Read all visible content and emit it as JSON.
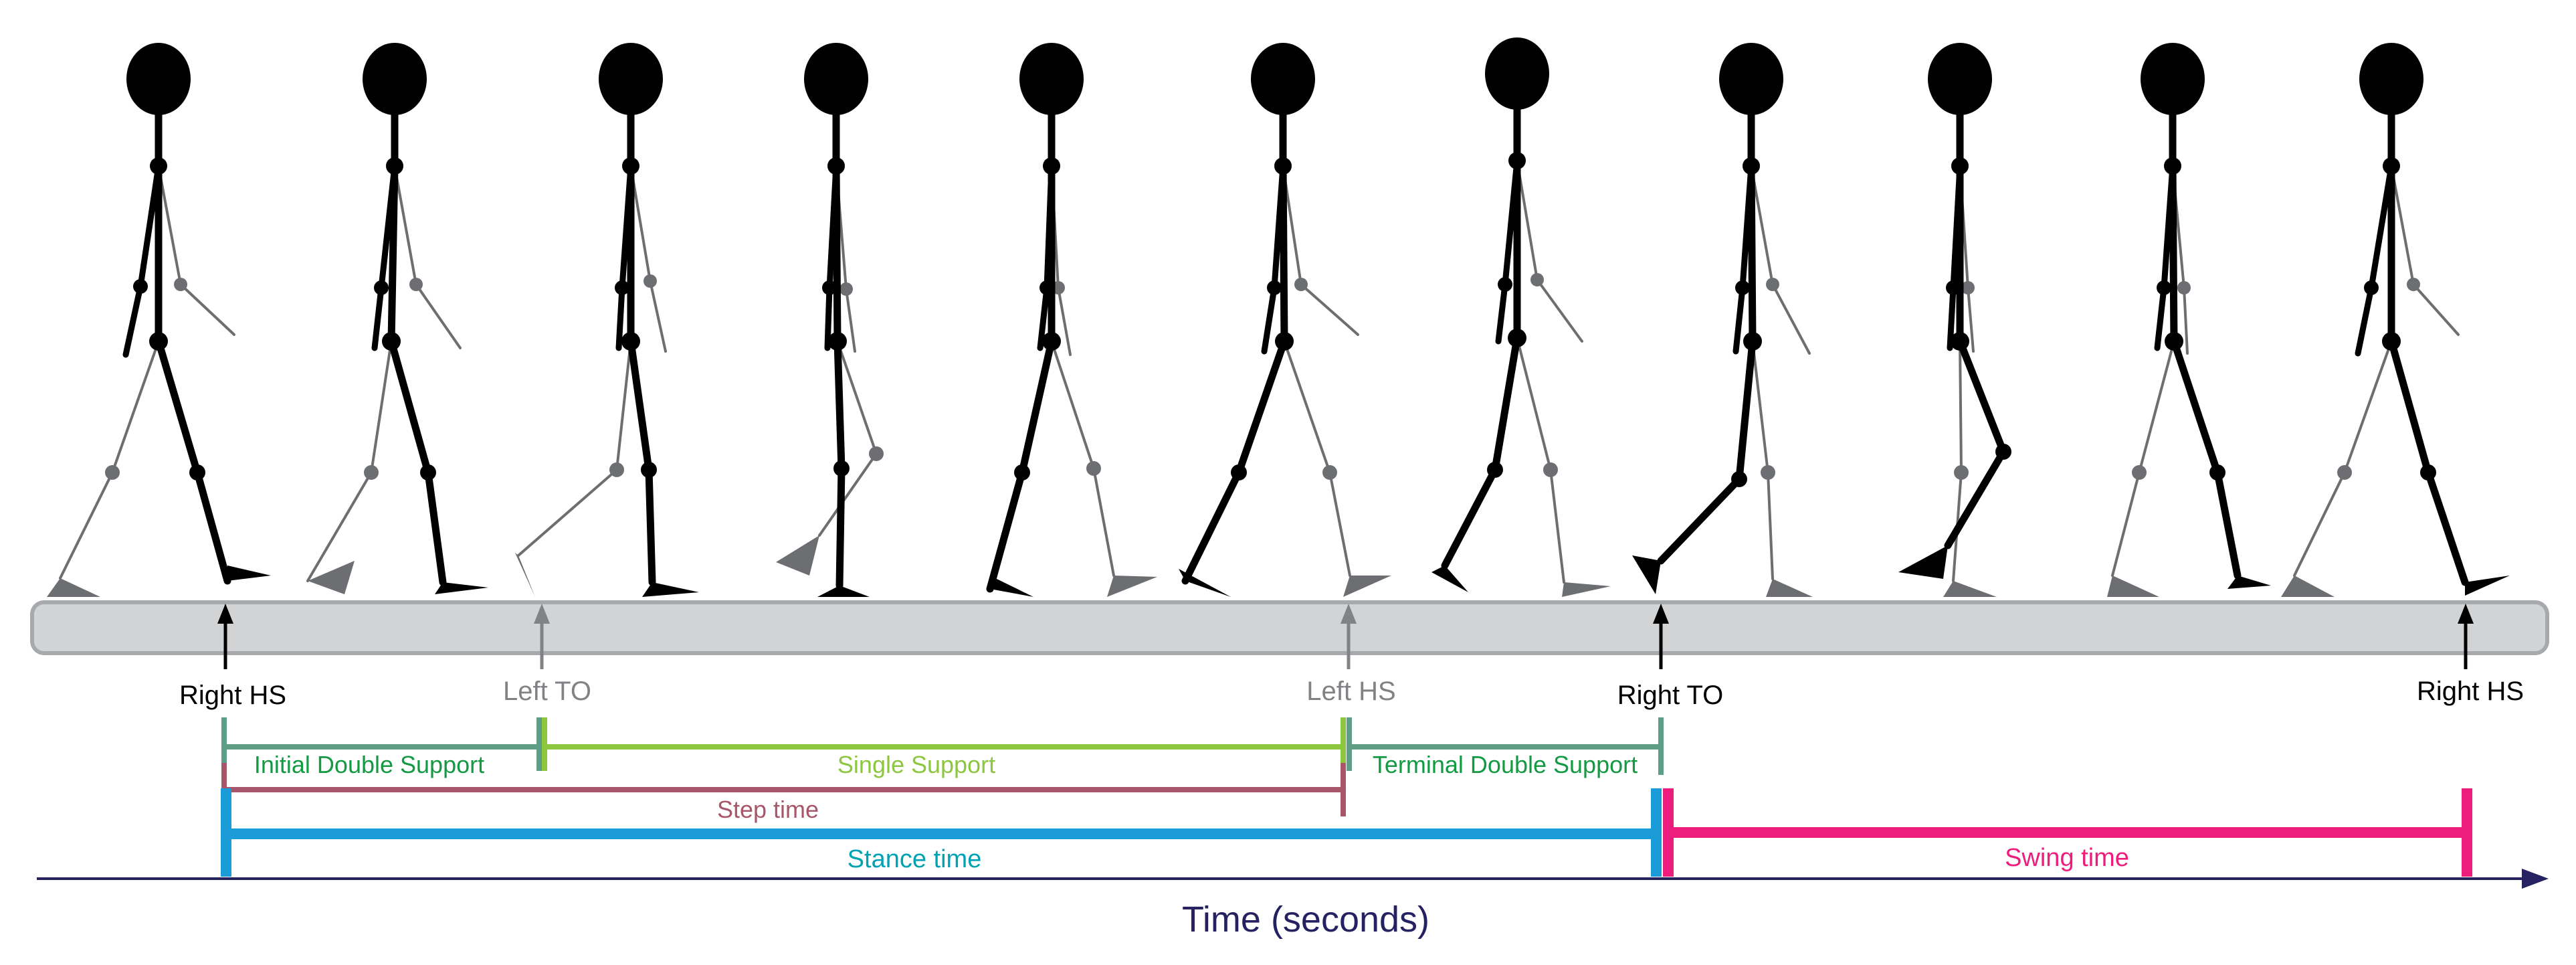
{
  "events": [
    {
      "label": "Right HS",
      "side": "right"
    },
    {
      "label": "Left TO",
      "side": "left"
    },
    {
      "label": "Left HS",
      "side": "left"
    },
    {
      "label": "Right TO",
      "side": "right"
    },
    {
      "label": "Right HS",
      "side": "right"
    }
  ],
  "phases": {
    "initial_double_support": "Initial Double Support",
    "single_support": "Single Support",
    "terminal_double_support": "Terminal Double Support",
    "step_time": "Step time",
    "stance_time": "Stance time",
    "swing_time": "Swing time"
  },
  "axis": {
    "label": "Time (seconds)"
  },
  "figure_count": 11,
  "colors": {
    "right_leg": "#000000",
    "left_leg": "#6d6e71",
    "floor": "#d1d3d4",
    "event_left": "#808285",
    "double_support": "#5e9e86",
    "double_support_text": "#139a43",
    "single_support": "#8dc63f",
    "step_time": "#a8566a",
    "stance_time": "#1b9bd7",
    "stance_text": "#00a3b4",
    "swing_time": "#ec1d7c",
    "time_axis": "#262262"
  }
}
